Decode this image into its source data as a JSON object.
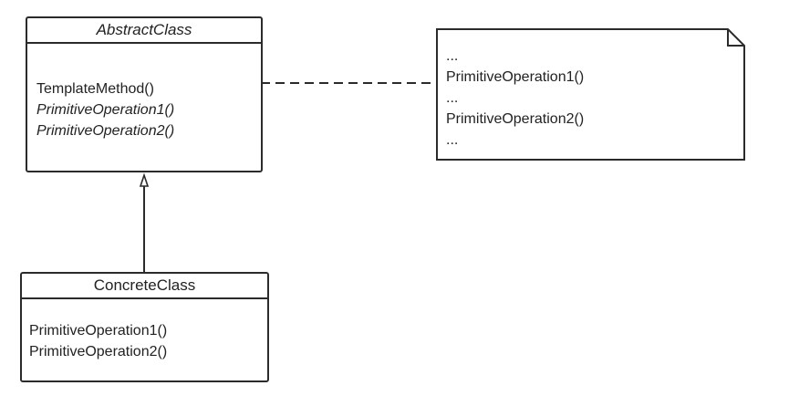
{
  "abstract_class": {
    "name": "AbstractClass",
    "operations": [
      {
        "text": "TemplateMethod()",
        "italic": false
      },
      {
        "text": "PrimitiveOperation1()",
        "italic": true
      },
      {
        "text": "PrimitiveOperation2()",
        "italic": true
      }
    ]
  },
  "concrete_class": {
    "name": "ConcreteClass",
    "operations": [
      {
        "text": "PrimitiveOperation1()"
      },
      {
        "text": "PrimitiveOperation2()"
      }
    ]
  },
  "note": {
    "lines": [
      "...",
      "PrimitiveOperation1()",
      "...",
      "PrimitiveOperation2()",
      "..."
    ]
  },
  "colors": {
    "stroke": "#2b2b2b",
    "text": "#222222",
    "background": "#ffffff"
  }
}
